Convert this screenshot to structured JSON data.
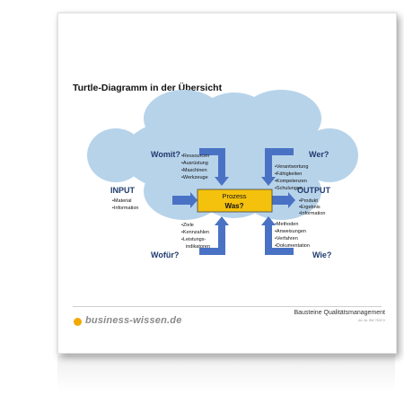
{
  "document": {
    "title": "Turtle-Diagramm in der Übersicht",
    "logo_text": "business-wissen.de",
    "series": "Bausteine Qualitätsmanagement",
    "doc_number": "Art.-Nr. BW 7503 D"
  },
  "diagram": {
    "process": {
      "title": "Prozess",
      "question": "Was?"
    },
    "input": {
      "heading": "INPUT",
      "items": [
        "•Material",
        "•Information"
      ]
    },
    "output": {
      "heading": "OUTPUT",
      "items": [
        "•Produkt",
        "•Ergebnis",
        "•Information"
      ]
    },
    "womit": {
      "heading": "Womit?",
      "items": [
        "•Ressourcen",
        "•Ausrüstung",
        "•Maschinen",
        "•Werkzeuge"
      ]
    },
    "wer": {
      "heading": "Wer?",
      "items": [
        "•Verantwortung",
        "•Fähigkeiten",
        "•Kompetenzen",
        "•Schulungen"
      ]
    },
    "wofuer": {
      "heading": "Wofür?",
      "items": [
        "•Ziele",
        "•Kennzahlen",
        "•Leistungs-",
        "indikatoren"
      ]
    },
    "wie": {
      "heading": "Wie?",
      "items": [
        "•Methoden",
        "•Anweisungen",
        "•Verfahren",
        "•Dokumentation"
      ]
    }
  },
  "colors": {
    "cloud": "#b7d3ea",
    "arrow": "#4a72c4",
    "process_box": "#f4c20d",
    "heading_text": "#1f3a6e",
    "logo_accent": "#f2a900"
  }
}
